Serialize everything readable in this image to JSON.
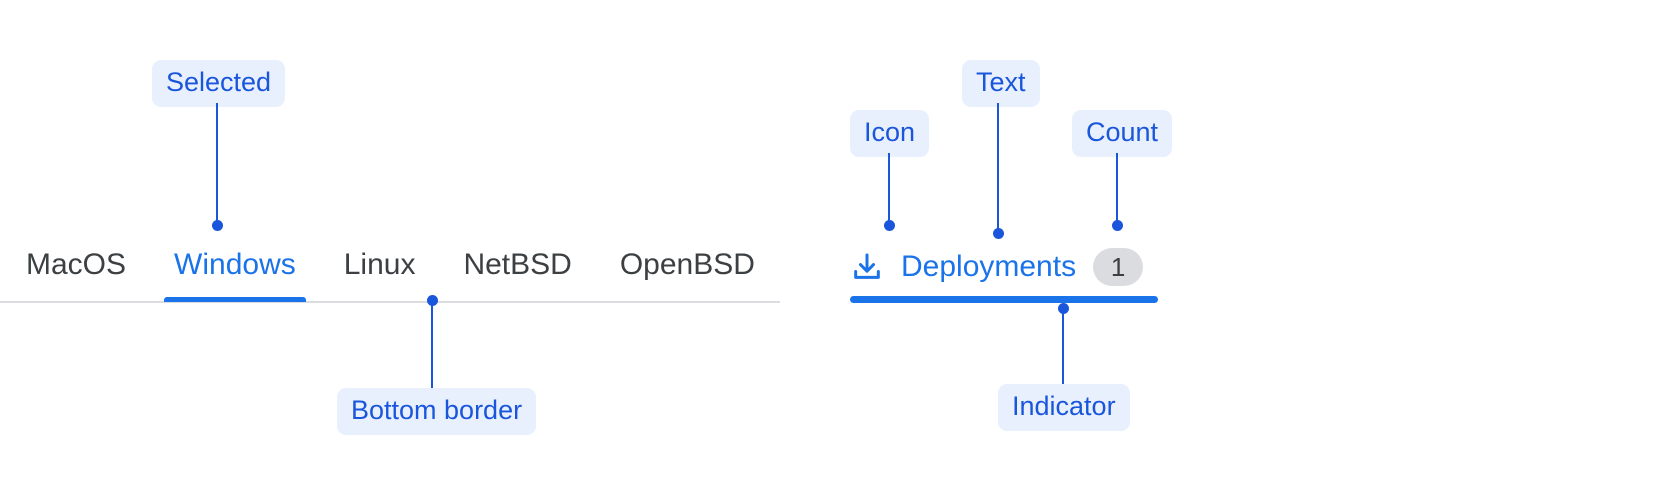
{
  "left_panel": {
    "tabs": [
      {
        "label": "MacOS",
        "selected": false
      },
      {
        "label": "Windows",
        "selected": true
      },
      {
        "label": "Linux",
        "selected": false
      },
      {
        "label": "NetBSD",
        "selected": false
      },
      {
        "label": "OpenBSD",
        "selected": false
      }
    ],
    "annotations": {
      "selected": "Selected",
      "bottom_border": "Bottom border"
    }
  },
  "right_panel": {
    "tab": {
      "icon": "download-icon",
      "text": "Deployments",
      "count": "1"
    },
    "annotations": {
      "icon": "Icon",
      "text": "Text",
      "count": "Count",
      "indicator": "Indicator"
    }
  },
  "colors": {
    "accent": "#1a73e8",
    "annotation_text": "#1a56db",
    "annotation_bg": "#e8f0fe",
    "tab_inactive_text": "#3c4043",
    "divider": "#dadce0",
    "badge_bg": "#dadce0"
  }
}
